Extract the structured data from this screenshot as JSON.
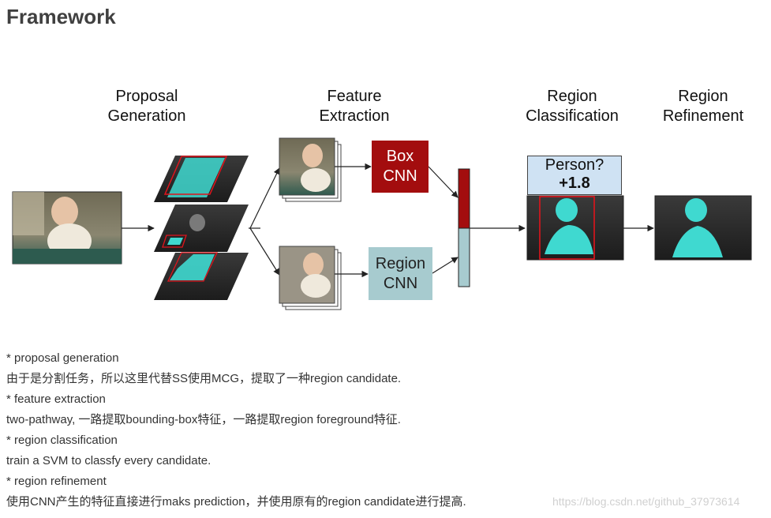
{
  "heading": "Framework",
  "stages": {
    "proposal": [
      "Proposal",
      "Generation"
    ],
    "feature": [
      "Feature",
      "Extraction"
    ],
    "classification": [
      "Region",
      "Classification"
    ],
    "refinement": [
      "Region",
      "Refinement"
    ]
  },
  "box_cnn": [
    "Box",
    "CNN"
  ],
  "region_cnn": [
    "Region",
    "CNN"
  ],
  "classification_box": {
    "label": "Person?",
    "score": "+1.8"
  },
  "colors": {
    "box_cnn": "#a30d0e",
    "region_cnn": "#a7cbcf",
    "mask": "#3fd9d0",
    "highlight": "#e0141c",
    "person_box": "#cfe2f3"
  },
  "notes": [
    {
      "heading": "* proposal generation",
      "body": "由于是分割任务，所以这里代替SS使用MCG，提取了一种region candidate."
    },
    {
      "heading": "* feature extraction",
      "body": "two-pathway, 一路提取bounding-box特征，一路提取region foreground特征."
    },
    {
      "heading": "* region classification",
      "body": "train a SVM to classfy every candidate."
    },
    {
      "heading": "* region refinement",
      "body": "使用CNN产生的特征直接进行maks prediction，并使用原有的region candidate进行提高."
    }
  ],
  "watermark": "https://blog.csdn.net/github_37973614"
}
